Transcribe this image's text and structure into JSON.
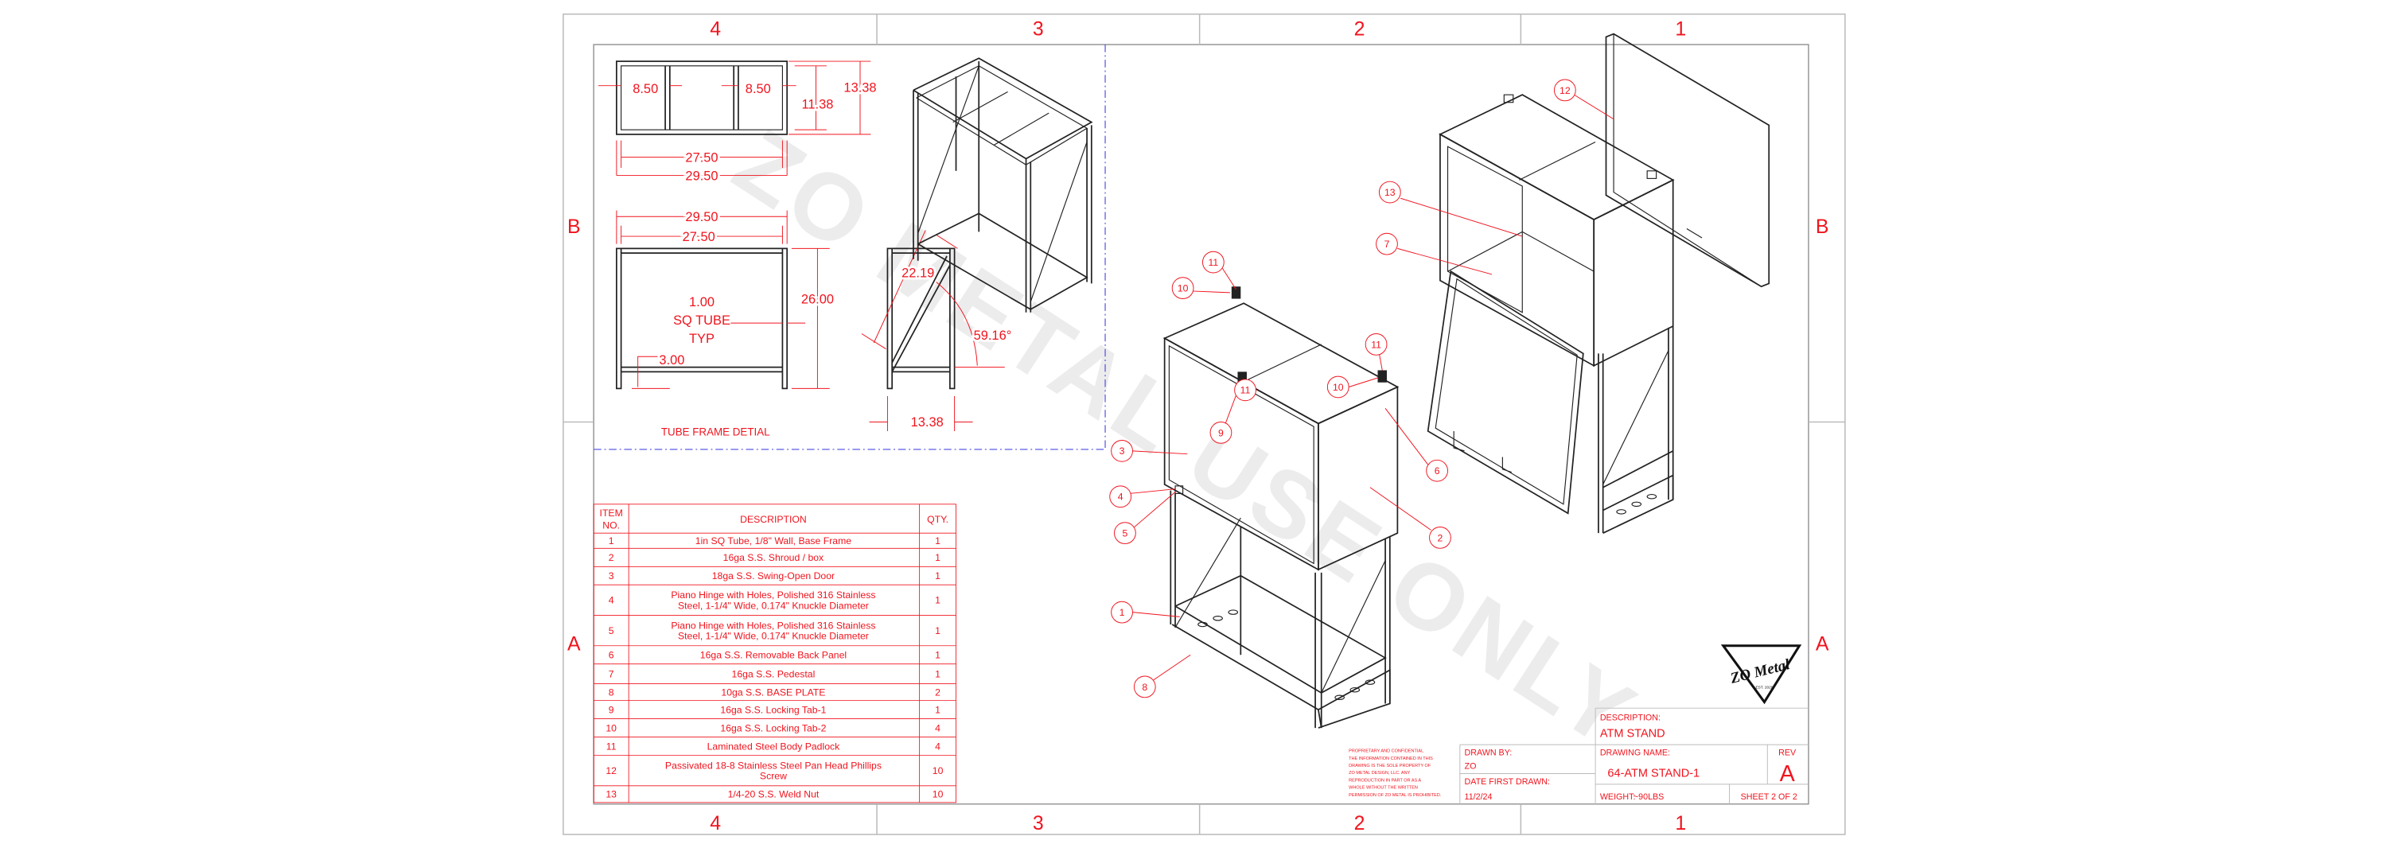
{
  "zones": {
    "columns": [
      "4",
      "3",
      "2",
      "1"
    ],
    "rows": [
      "B",
      "A"
    ]
  },
  "watermark": "ZO METAL USE ONLY",
  "detail": {
    "title": "TUBE FRAME DETIAL",
    "top_view": {
      "bay_left": "8.50",
      "bay_right": "8.50",
      "inner_depth": "11.38",
      "outer_depth": "13.38",
      "inner_width": "27.50",
      "outer_width": "29.50"
    },
    "front_view": {
      "outer_width": "29.50",
      "inner_width": "27.50",
      "height": "26.00",
      "tube_size": "1.00",
      "tube_label": "SQ TUBE",
      "tube_note": "TYP",
      "rail_height": "3.00"
    },
    "side_view": {
      "brace_length": "22.19",
      "brace_angle": "59.16°",
      "depth": "13.38"
    }
  },
  "bom": {
    "headers": {
      "item_line1": "ITEM",
      "item_line2": "NO.",
      "description": "DESCRIPTION",
      "qty": "QTY."
    },
    "rows": [
      {
        "item": "1",
        "desc": [
          "1in SQ Tube, 1/8\" Wall, Base Frame"
        ],
        "qty": "1"
      },
      {
        "item": "2",
        "desc": [
          "16ga S.S. Shroud / box"
        ],
        "qty": "1"
      },
      {
        "item": "3",
        "desc": [
          "18ga S.S. Swing-Open Door"
        ],
        "qty": "1"
      },
      {
        "item": "4",
        "desc": [
          "Piano Hinge with Holes, Polished 316 Stainless",
          "Steel, 1-1/4\" Wide, 0.174\" Knuckle Diameter"
        ],
        "qty": "1"
      },
      {
        "item": "5",
        "desc": [
          "Piano Hinge with Holes, Polished 316 Stainless",
          "Steel, 1-1/4\" Wide, 0.174\" Knuckle Diameter"
        ],
        "qty": "1"
      },
      {
        "item": "6",
        "desc": [
          "16ga S.S. Removable Back Panel"
        ],
        "qty": "1"
      },
      {
        "item": "7",
        "desc": [
          "16ga S.S. Pedestal"
        ],
        "qty": "1"
      },
      {
        "item": "8",
        "desc": [
          "10ga S.S. BASE PLATE"
        ],
        "qty": "2"
      },
      {
        "item": "9",
        "desc": [
          "16ga S.S. Locking Tab-1"
        ],
        "qty": "1"
      },
      {
        "item": "10",
        "desc": [
          "16ga S.S. Locking Tab-2"
        ],
        "qty": "4"
      },
      {
        "item": "11",
        "desc": [
          "Laminated Steel Body Padlock"
        ],
        "qty": "4"
      },
      {
        "item": "12",
        "desc": [
          "Passivated 18-8 Stainless Steel Pan Head Phillips",
          "Screw"
        ],
        "qty": "10"
      },
      {
        "item": "13",
        "desc": [
          "1/4-20 S.S. Weld Nut"
        ],
        "qty": "10"
      }
    ]
  },
  "balloons": [
    "11",
    "10",
    "11",
    "9",
    "3",
    "4",
    "5",
    "1",
    "8",
    "10",
    "11",
    "6",
    "2",
    "12",
    "13",
    "7"
  ],
  "title_block": {
    "proprietary": [
      "PROPRIETARY AND CONFIDENTIAL",
      "THE INFORMATION CONTAINED IN THIS",
      "DRAWING IS THE SOLE PROPERTY OF",
      "ZO METAL DESIGN, LLC.  ANY",
      "REPRODUCTION IN PART OR AS A",
      "WHOLE WITHOUT THE WRITTEN",
      "PERMISSION OF ZO METAL IS PROHIBITED."
    ],
    "drawn_by_label": "DRAWN BY:",
    "drawn_by": "ZO",
    "date_label": "DATE FIRST DRAWN:",
    "date": "11/2/24",
    "description_label": "DESCRIPTION:",
    "description": "ATM STAND",
    "drawing_name_label": "DRAWING NAME:",
    "drawing_name": "64-ATM STAND-1",
    "rev_label": "REV",
    "rev": "A",
    "weight_label": "WEIGHT:",
    "weight": "~90LBS",
    "sheet": "SHEET 2 OF 2"
  },
  "logo": {
    "text": "ZO Metal",
    "since": "EST. 2020"
  },
  "colors": {
    "annotation": "#f0141e",
    "linework": "#222222",
    "frame": "#bbbbbb",
    "detail_border": "#4a4ae0"
  }
}
